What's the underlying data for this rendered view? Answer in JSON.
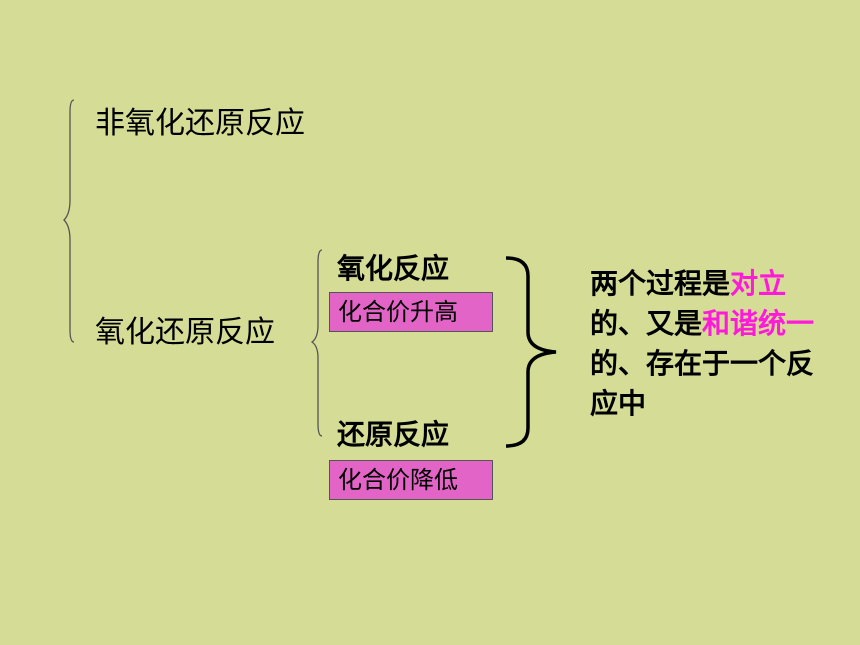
{
  "classification": {
    "non_redox": "非氧化还原反应",
    "redox": "氧化还原反应"
  },
  "oxidation": {
    "label": "氧化反应",
    "valence_box": "化合价升高"
  },
  "reduction": {
    "label": "还原反应",
    "valence_box": "化合价降低"
  },
  "note": {
    "part1": "两个过程是",
    "highlight1": "对立",
    "part2": "的、又是",
    "highlight2": "和谐统一",
    "part3": "的、存在于一个反应中"
  },
  "colors": {
    "background": "#d4dc96",
    "box_fill": "#e264c6",
    "highlight_text": "#ff1ad9"
  }
}
